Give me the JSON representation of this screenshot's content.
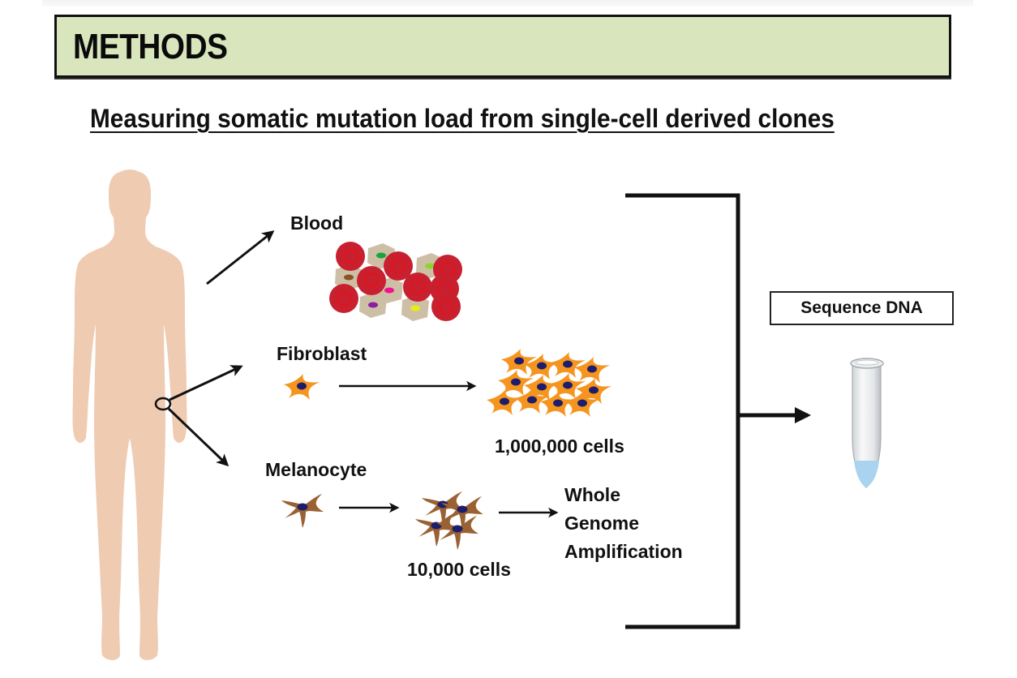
{
  "header": {
    "title": "METHODS"
  },
  "subtitle": "Measuring somatic mutation load from single-cell derived clones",
  "sources": {
    "blood": {
      "label": "Blood"
    },
    "fibroblast": {
      "label": "Fibroblast",
      "expanded_count": "1,000,000 cells"
    },
    "melanocyte": {
      "label": "Melanocyte",
      "expanded_count": "10,000 cells",
      "amplification": [
        "Whole",
        "Genome",
        "Amplification"
      ]
    }
  },
  "output": {
    "label": "Sequence DNA"
  },
  "colors": {
    "header_bg": "#d9e5bd",
    "skin": "#efcbb2",
    "red_blood_cell": "#c8202e",
    "white_blood_cell": "#cdbfa6",
    "fibroblast": "#f5951f",
    "melanocyte": "#9a6232",
    "nucleus": "#1d1d6b",
    "tube_liquid": "#a9d3ee"
  }
}
